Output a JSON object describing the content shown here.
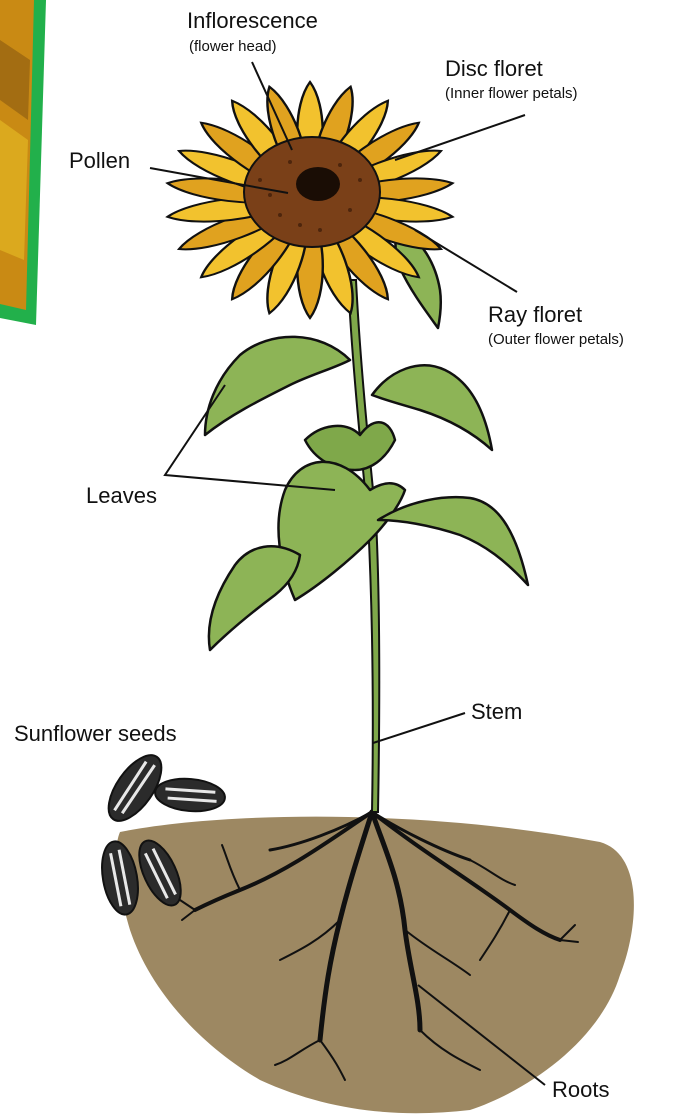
{
  "labels": {
    "inflorescence": "Inflorescence",
    "inflorescence_sub": "(flower head)",
    "disc_floret": "Disc floret",
    "disc_floret_sub": "(Inner flower petals)",
    "pollen": "Pollen",
    "ray_floret": "Ray floret",
    "ray_floret_sub": "(Outer flower petals)",
    "leaves": "Leaves",
    "stem": "Stem",
    "sunflower_seeds": "Sunflower seeds",
    "roots": "Roots"
  },
  "colors": {
    "petal": "#f2c22e",
    "petal_shade": "#e0a21f",
    "disc": "#7a4018",
    "disc_center": "#1a0d05",
    "leaf": "#8db456",
    "leaf_shade": "#6f9640",
    "stem": "#7fa84a",
    "soil": "#9d8862",
    "root": "#111111",
    "photo_border": "#22b04b",
    "photo_fill": "#c98a14"
  }
}
